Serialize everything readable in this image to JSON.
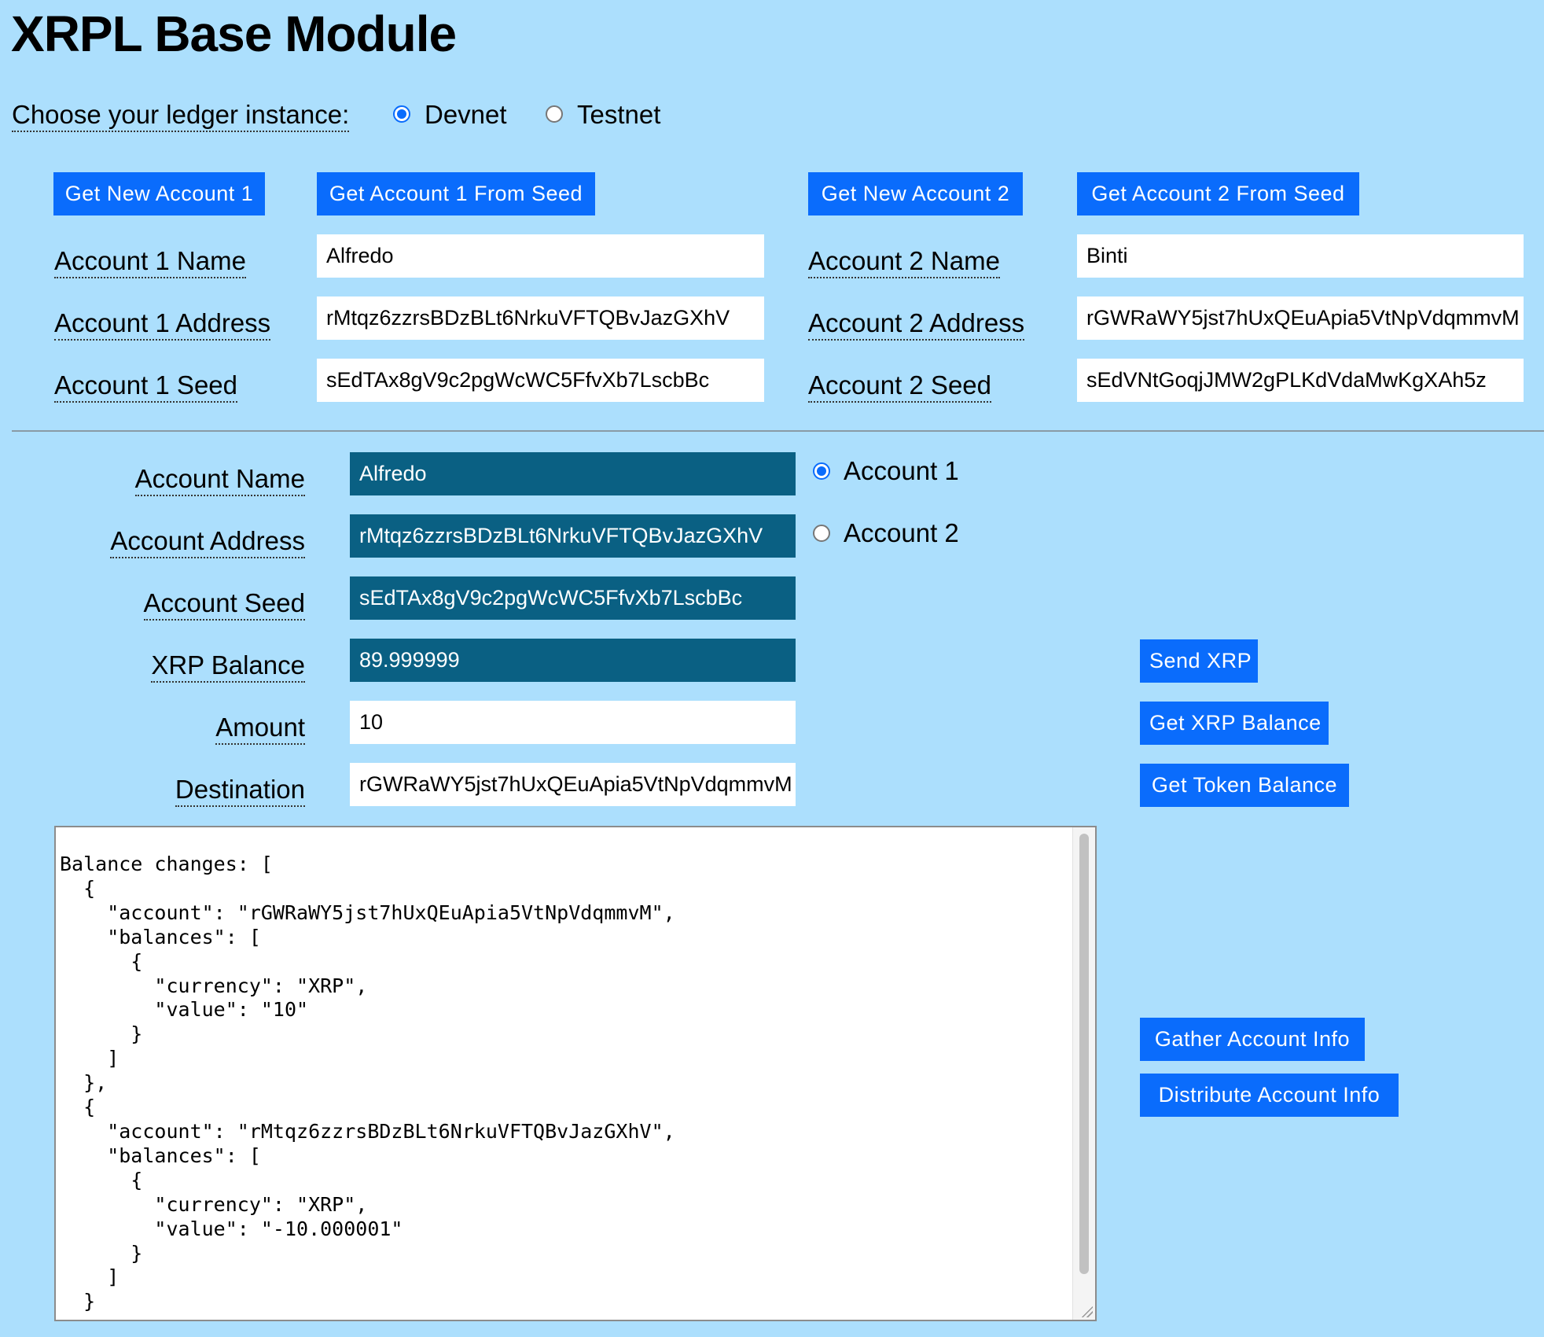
{
  "title": "XRPL Base Module",
  "ledger": {
    "label": "Choose your ledger instance:",
    "options": [
      {
        "label": "Devnet",
        "selected": true
      },
      {
        "label": "Testnet",
        "selected": false
      }
    ]
  },
  "accounts_setup": {
    "buttons": {
      "new1": "Get New Account 1",
      "seed1": "Get Account 1 From Seed",
      "new2": "Get New Account 2",
      "seed2": "Get Account 2 From Seed"
    },
    "account1": {
      "name_label": "Account 1 Name",
      "name": "Alfredo",
      "address_label": "Account 1 Address",
      "address": "rMtqz6zzrsBDzBLt6NrkuVFTQBvJazGXhV",
      "seed_label": "Account 1 Seed",
      "seed": "sEdTAx8gV9c2pgWcWC5FfvXb7LscbBc"
    },
    "account2": {
      "name_label": "Account 2 Name",
      "name": "Binti",
      "address_label": "Account 2 Address",
      "address": "rGWRaWY5jst7hUxQEuApia5VtNpVdqmmvM",
      "seed_label": "Account 2 Seed",
      "seed": "sEdVNtGoqjJMW2gPLKdVdaMwKgXAh5z"
    }
  },
  "active": {
    "name_label": "Account Name",
    "name": "Alfredo",
    "address_label": "Account Address",
    "address": "rMtqz6zzrsBDzBLt6NrkuVFTQBvJazGXhV",
    "seed_label": "Account Seed",
    "seed": "sEdTAx8gV9c2pgWcWC5FfvXb7LscbBc",
    "balance_label": "XRP Balance",
    "balance": "89.999999",
    "amount_label": "Amount",
    "amount": "10",
    "destination_label": "Destination",
    "destination": "rGWRaWY5jst7hUxQEuApia5VtNpVdqmmvM",
    "account_options": [
      {
        "label": "Account 1",
        "selected": true
      },
      {
        "label": "Account 2",
        "selected": false
      }
    ]
  },
  "actions": {
    "send_xrp": "Send XRP",
    "get_xrp_balance": "Get XRP Balance",
    "get_token_balance": "Get Token Balance",
    "gather_info": "Gather Account Info",
    "distribute_info": "Distribute Account Info"
  },
  "results": "Balance changes: [\n  {\n    \"account\": \"rGWRaWY5jst7hUxQEuApia5VtNpVdqmmvM\",\n    \"balances\": [\n      {\n        \"currency\": \"XRP\",\n        \"value\": \"10\"\n      }\n    ]\n  },\n  {\n    \"account\": \"rMtqz6zzrsBDzBLt6NrkuVFTQBvJazGXhV\",\n    \"balances\": [\n      {\n        \"currency\": \"XRP\",\n        \"value\": \"-10.000001\"\n      }\n    ]\n  }",
  "colors": {
    "background": "#acdffd",
    "button": "#0a6cfc",
    "dark_field": "#0a6083"
  }
}
